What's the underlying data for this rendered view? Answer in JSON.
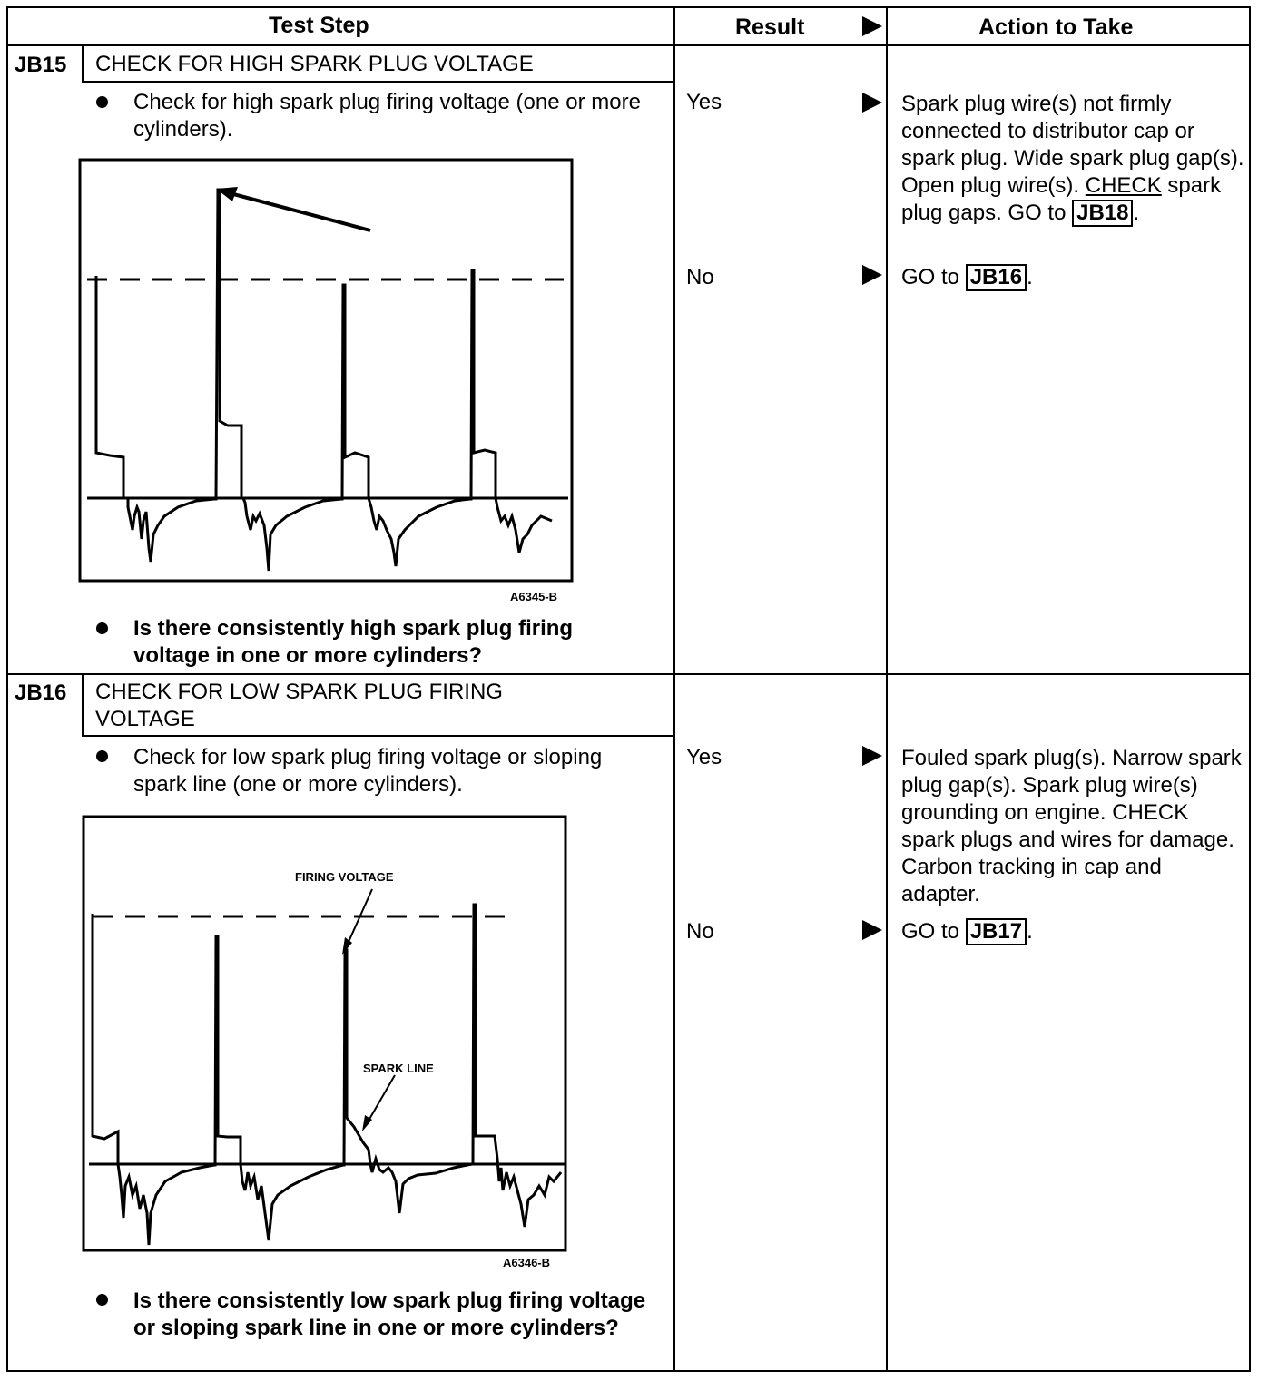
{
  "header": {
    "test_step": "Test Step",
    "result": "Result",
    "action": "Action to Take"
  },
  "steps": [
    {
      "id": "JB15",
      "title": "CHECK FOR HIGH SPARK PLUG VOLTAGE",
      "instruction": "Check for high spark plug firing voltage (one or more cylinders).",
      "figure_code": "A6345-B",
      "question": "Is there consistently high spark plug firing voltage in one or more cylinders?",
      "results": [
        {
          "result": "Yes",
          "action_pre": "Spark plug wire(s) not firmly connected to distributor cap or spark plug. Wide spark plug gap(s). Open plug wire(s). ",
          "action_check": "CHECK",
          "action_mid": " spark plug gaps. GO to ",
          "action_ref": "JB18",
          "action_post": "."
        },
        {
          "result": "No",
          "action_pre": "GO to ",
          "action_ref": "JB16",
          "action_post": "."
        }
      ]
    },
    {
      "id": "JB16",
      "title": "CHECK FOR LOW SPARK PLUG FIRING VOLTAGE",
      "instruction": "Check for low spark plug firing voltage or sloping spark line (one or more cylinders).",
      "figure_code": "A6346-B",
      "figure_labels": [
        "FIRING VOLTAGE",
        "SPARK LINE"
      ],
      "question": "Is there consistently low spark plug firing voltage or sloping spark line in one or more cylinders?",
      "results": [
        {
          "result": "Yes",
          "action": "Fouled spark plug(s). Narrow spark plug gap(s). Spark plug wire(s) grounding on engine. CHECK spark plugs and wires for damage. Carbon tracking in cap and adapter."
        },
        {
          "result": "No",
          "action_pre": "GO to ",
          "action_ref": "JB17",
          "action_post": "."
        }
      ]
    }
  ]
}
